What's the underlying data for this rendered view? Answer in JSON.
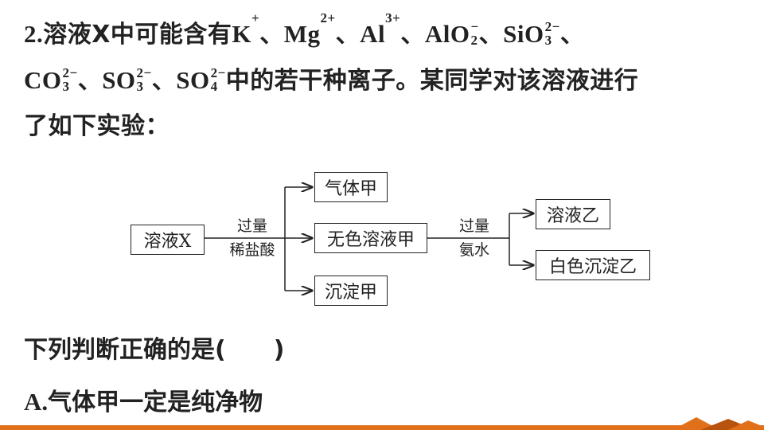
{
  "question": {
    "number": "2.",
    "line1_text": "溶液X中可能含有",
    "ions_line1": [
      {
        "base": "K",
        "sup": "+",
        "sub": ""
      },
      {
        "base": "Mg",
        "sup": "2+",
        "sub": ""
      },
      {
        "base": "Al",
        "sup": "3+",
        "sub": ""
      },
      {
        "base": "AlO",
        "sup": "−",
        "sub": "2"
      },
      {
        "base": "SiO",
        "sup": "2−",
        "sub": "3"
      }
    ],
    "ions_line2": [
      {
        "base": "CO",
        "sup": "2−",
        "sub": "3"
      },
      {
        "base": "SO",
        "sup": "2−",
        "sub": "3"
      },
      {
        "base": "SO",
        "sup": "2−",
        "sub": "4"
      }
    ],
    "separator": "、",
    "line2_text": "中的若干种离子。某同学对该溶液进行",
    "line3_text": "了如下实验："
  },
  "diagram": {
    "start": "溶液X",
    "step1_top": "过量",
    "step1_bottom": "稀盐酸",
    "gas": "气体甲",
    "solution": "无色溶液甲",
    "precipitate": "沉淀甲",
    "step2_top": "过量",
    "step2_bottom": "氨水",
    "solution2": "溶液乙",
    "precipitate2": "白色沉淀乙"
  },
  "prompt": "下列判断正确的是(　　)",
  "option_a": {
    "letter": "A.",
    "text": "气体甲一定是纯净物"
  },
  "colors": {
    "accent": "#e0701a",
    "accent_dark": "#b8520f",
    "text": "#222222"
  }
}
